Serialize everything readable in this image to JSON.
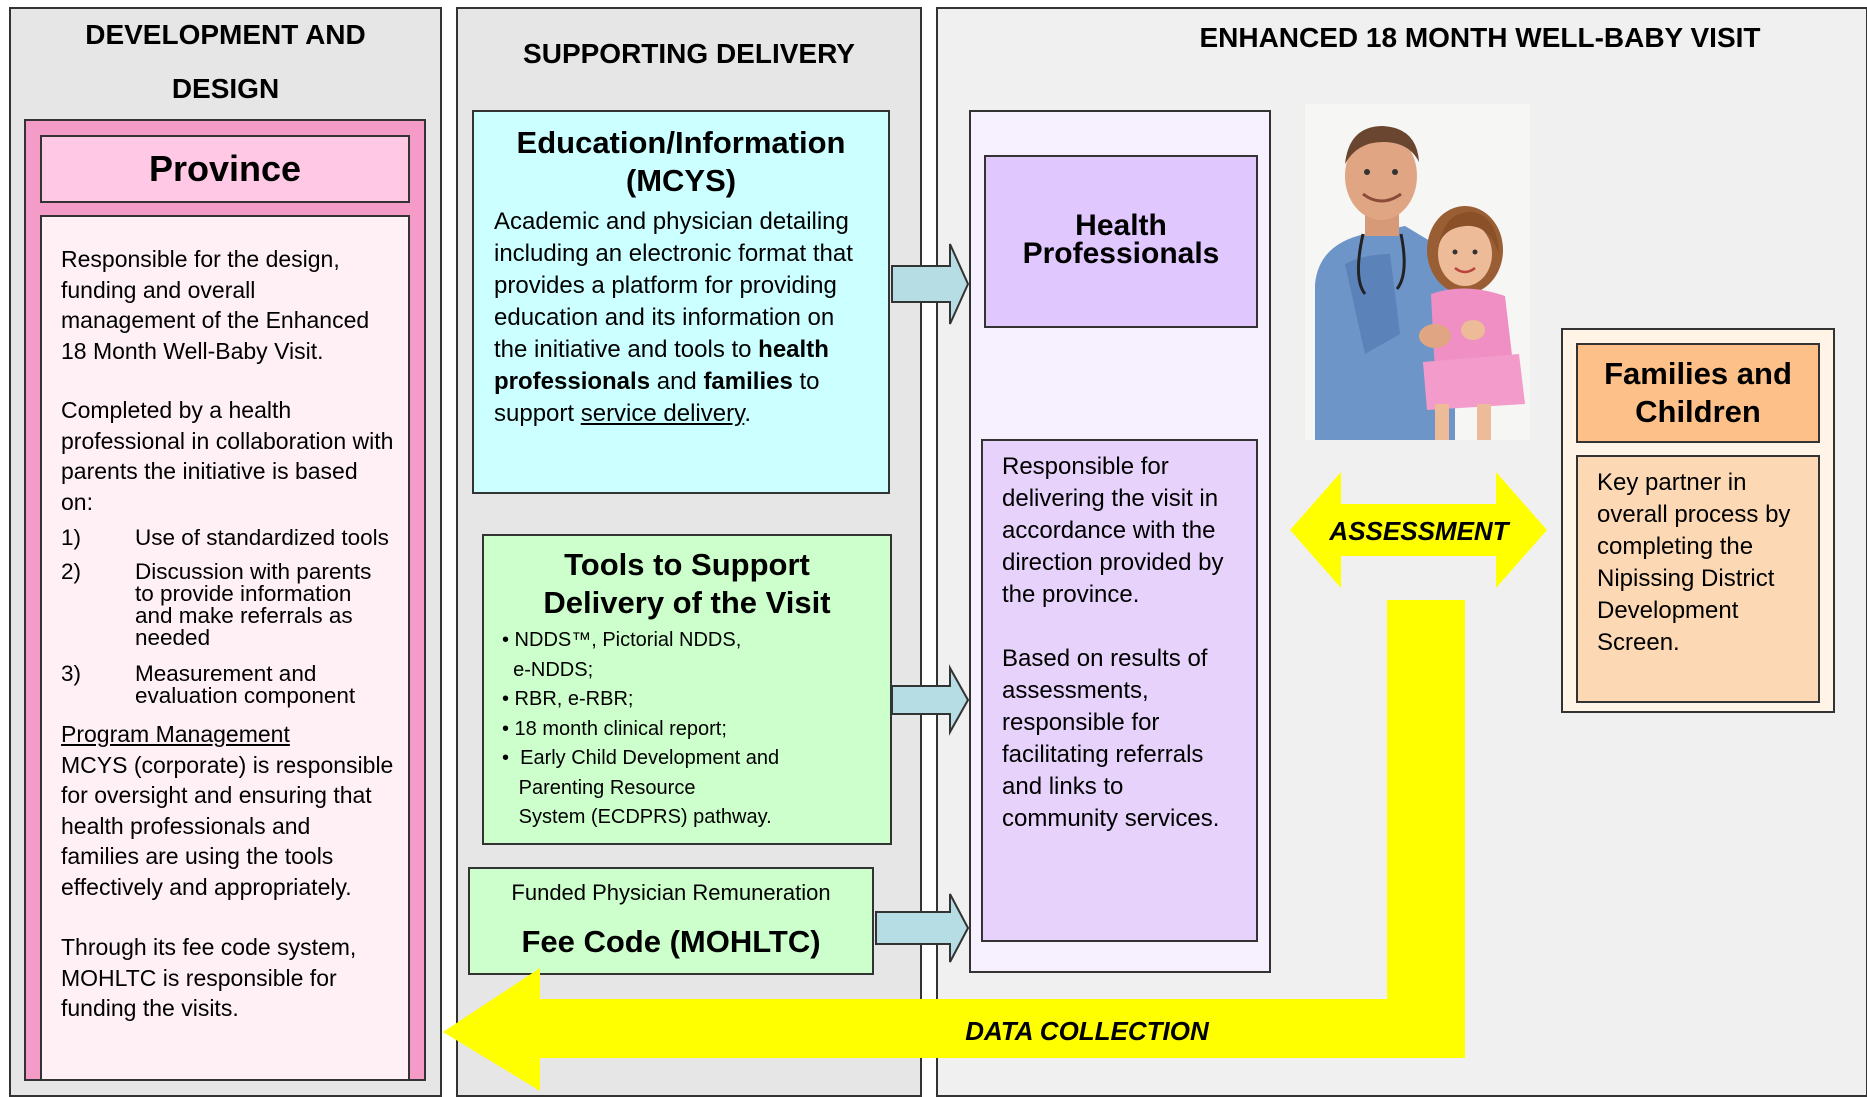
{
  "columns": {
    "dev_line1": "DEVELOPMENT AND",
    "dev_line2": "DESIGN",
    "support": "SUPPORTING DELIVERY",
    "visit": "ENHANCED 18 MONTH WELL-BABY VISIT"
  },
  "province": {
    "title": "Province",
    "p1": "Responsible for the design, funding and overall management of the Enhanced 18 Month Well-Baby Visit.",
    "p2": "Completed by a health professional in collaboration with parents the initiative is based on:",
    "list": [
      {
        "num": "1)",
        "text": "Use of standardized tools"
      },
      {
        "num": "2)",
        "text": "Discussion with parents to provide information and make referrals as needed"
      },
      {
        "num": "3)",
        "text": "Measurement and evaluation component"
      }
    ],
    "pm_heading": "Program Management",
    "pm_text": "MCYS (corporate) is responsible for oversight and ensuring that health professionals and families are using the tools effectively and appropriately.",
    "fee_text": "Through its fee code system, MOHLTC is responsible for funding the visits."
  },
  "education": {
    "title_line1": "Education/Information",
    "title_line2": "(MCYS)",
    "text_pre": "Academic and physician detailing including an electronic format that provides a platform for providing education and its information on the initiative and tools to ",
    "bold1": "health professionals",
    "and": " and ",
    "bold2": "families",
    "mid": " to support ",
    "underline": "service delivery",
    "end": "."
  },
  "tools": {
    "title_line1": "Tools to Support",
    "title_line2": "Delivery of the Visit",
    "items": [
      "• NDDS™, Pictorial NDDS,",
      "  e-NDDS;",
      "• RBR, e-RBR;",
      "• 18 month clinical report;",
      "•  Early Child Development and",
      "   Parenting Resource",
      "   System (ECDPRS) pathway."
    ]
  },
  "fee": {
    "subtitle": "Funded Physician Remuneration",
    "title": "Fee Code (MOHLTC)"
  },
  "health": {
    "title_line1": "Health",
    "title_line2": "Professionals",
    "p1": "Responsible for delivering the visit in accordance with the direction provided by the province.",
    "p2": "Based on results of assessments, responsible for facilitating referrals and links to community services."
  },
  "families": {
    "title_line1": "Families and",
    "title_line2": "Children",
    "text": "Key partner in overall process by completing the Nipissing District Development Screen."
  },
  "arrows": {
    "assessment": "ASSESSMENT",
    "data_collection": "DATA COLLECTION"
  },
  "colors": {
    "column_bg": "#e6e6e6",
    "province_pink": "#f49bc8",
    "education_cyan": "#ccffff",
    "tools_green": "#ccffcc",
    "health_lavender": "#e6d2fa",
    "families_peach": "#fcd9b4",
    "arrow_yellow": "#ffff00",
    "connector_blue": "#b6dde3"
  }
}
